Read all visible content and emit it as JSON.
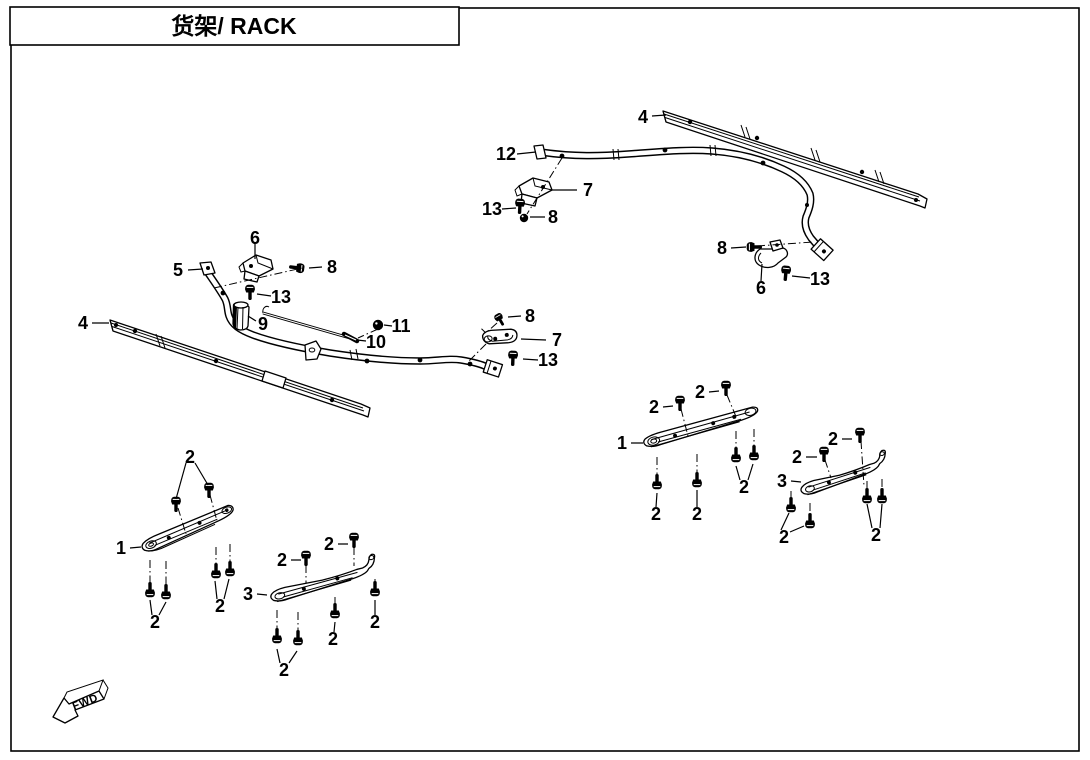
{
  "title": {
    "text": "货架/ RACK"
  },
  "fwd": {
    "label": "FWD"
  },
  "colors": {
    "ink": "#000000",
    "paper": "#ffffff"
  },
  "callouts": [
    "4",
    "12",
    "7",
    "13",
    "8",
    "8",
    "6",
    "13",
    "5",
    "6",
    "8",
    "13",
    "9",
    "4",
    "11",
    "10",
    "8",
    "7",
    "13",
    "2",
    "1",
    "2",
    "2",
    "2",
    "3",
    "2",
    "2",
    "2",
    "2",
    "2",
    "2",
    "1",
    "2",
    "2",
    "2",
    "3",
    "2",
    "2",
    "2",
    "2"
  ]
}
